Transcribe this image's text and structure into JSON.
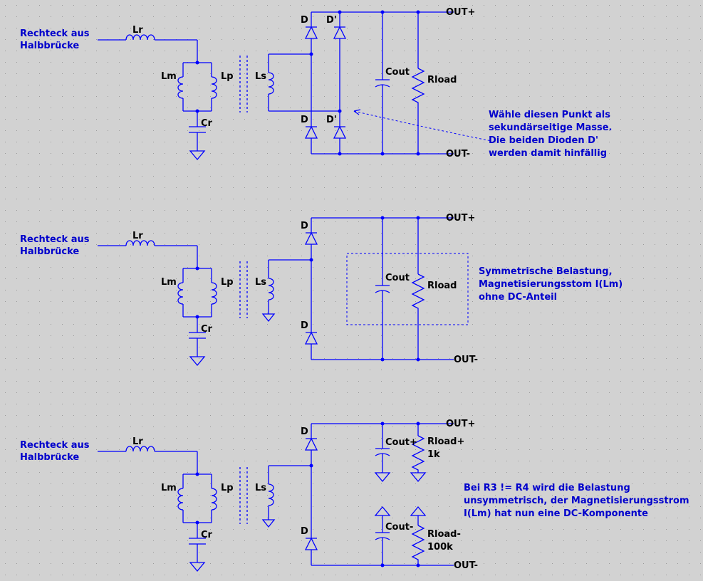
{
  "colors": {
    "background": "#d2d2d2",
    "wire": "#0000ff",
    "note": "#0000cc",
    "label": "#000000"
  },
  "circuits": [
    {
      "input_label": [
        "Rechteck aus",
        "Halbbrücke"
      ],
      "labels": {
        "Lr": "Lr",
        "Lm": "Lm",
        "Lp": "Lp",
        "Cr": "Cr",
        "Ls": "Ls",
        "D1": "D",
        "D2": "D'",
        "D3": "D",
        "D4": "D'",
        "Cout": "Cout",
        "Rload": "Rload",
        "out_plus": "OUT+",
        "out_minus": "OUT-"
      },
      "note": [
        "Wähle diesen Punkt als",
        "sekundärseitige Masse.",
        "Die beiden Dioden D'",
        "werden damit hinfällig"
      ]
    },
    {
      "input_label": [
        "Rechteck aus",
        "Halbbrücke"
      ],
      "labels": {
        "Lr": "Lr",
        "Lm": "Lm",
        "Lp": "Lp",
        "Cr": "Cr",
        "Ls": "Ls",
        "D1": "D",
        "D2": "D",
        "Cout": "Cout",
        "Rload": "Rload",
        "out_plus": "OUT+",
        "out_minus": "OUT-"
      },
      "note": [
        "Symmetrische Belastung,",
        "Magnetisierungsstom I(Lm)",
        "ohne DC-Anteil"
      ]
    },
    {
      "input_label": [
        "Rechteck aus",
        "Halbbrücke"
      ],
      "labels": {
        "Lr": "Lr",
        "Lm": "Lm",
        "Lp": "Lp",
        "Cr": "Cr",
        "Ls": "Ls",
        "D1": "D",
        "D2": "D",
        "Cout_plus": "Cout+",
        "Rload_plus": "Rload+",
        "Rload_plus_value": "1k",
        "Cout_minus": "Cout-",
        "Rload_minus": "Rload-",
        "Rload_minus_value": "100k",
        "out_plus": "OUT+",
        "out_minus": "OUT-"
      },
      "note": [
        "Bei R3 != R4 wird die Belastung",
        "unsymmetrisch, der Magnetisierungsstrom",
        "I(Lm) hat nun eine DC-Komponente"
      ]
    }
  ]
}
